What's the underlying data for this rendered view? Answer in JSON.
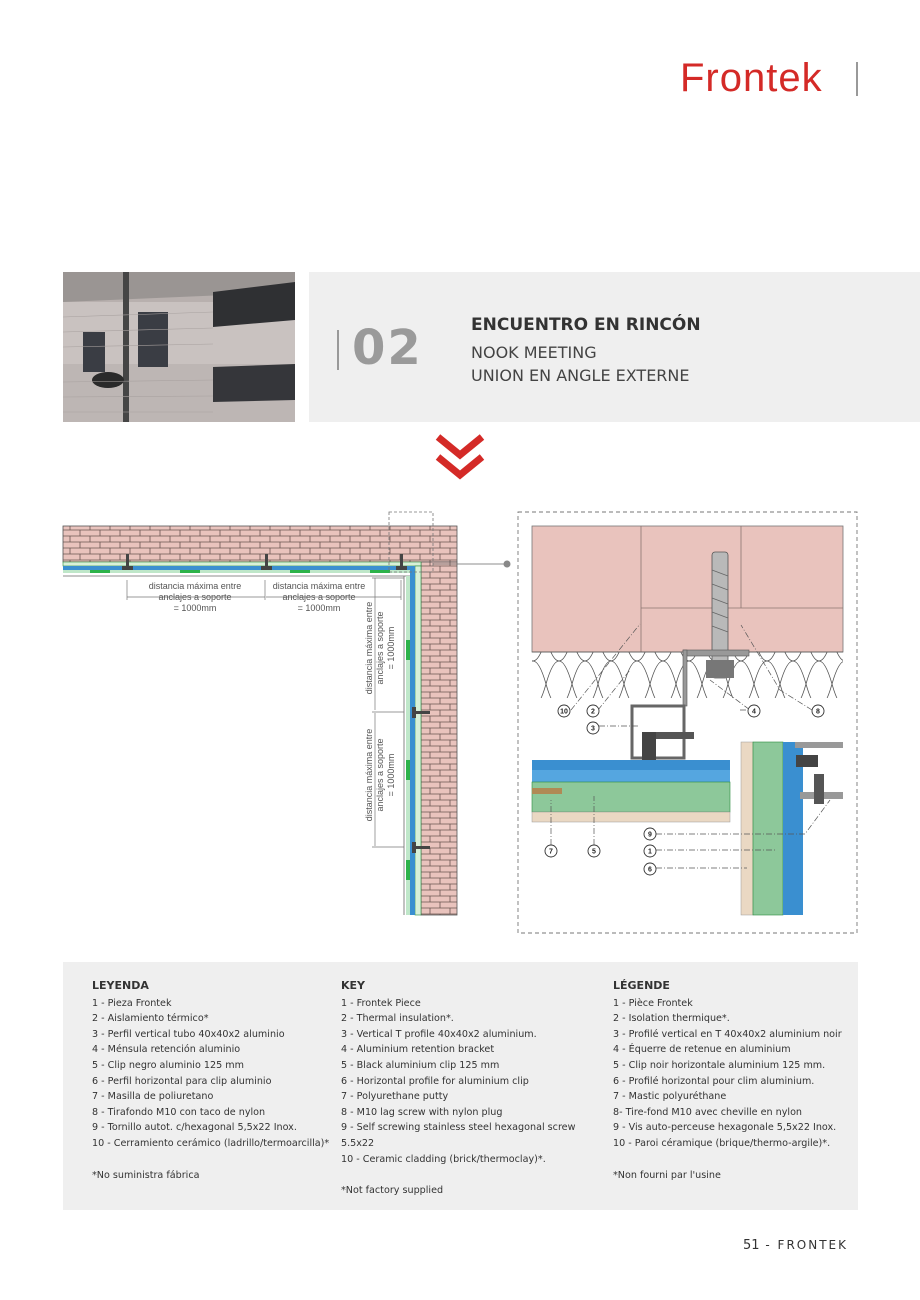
{
  "brand": {
    "logo": "Frontek",
    "color": "#d42a27"
  },
  "section": {
    "number": "02",
    "title_es": "ENCUENTRO EN RINCÓN",
    "title_en": "NOOK MEETING",
    "title_fr": "UNION EN ANGLE EXTERNE"
  },
  "drawing": {
    "dist_label_line1": "distancia máxima entre",
    "dist_label_line2": "anclajes a soporte",
    "dist_label_line3": "= 1000mm",
    "callouts": [
      "10",
      "2",
      "3",
      "4",
      "8",
      "9",
      "1",
      "6",
      "7",
      "5"
    ]
  },
  "legend": {
    "es": {
      "heading": "LEYENDA",
      "items": [
        "1 - Pieza Frontek",
        "2 - Aislamiento térmico*",
        "3 - Perfil vertical tubo 40x40x2 aluminio",
        "4 - Ménsula retención aluminio",
        "5 - Clip negro aluminio 125 mm",
        "6 - Perfil horizontal para clip aluminio",
        "7 - Masilla de poliuretano",
        "8 - Tirafondo M10 con taco de nylon",
        "9 - Tornillo autot. c/hexagonal 5,5x22 Inox.",
        "10 - Cerramiento cerámico (ladrillo/termoarcilla)*"
      ],
      "note": "*No suministra fábrica"
    },
    "en": {
      "heading": "KEY",
      "items": [
        "1 - Frontek Piece",
        "2 - Thermal insulation*.",
        "3 - Vertical T profile 40x40x2 aluminium.",
        "4 - Aluminium retention bracket",
        "5 - Black aluminium clip 125 mm",
        "6 - Horizontal profile for aluminium clip",
        "7 - Polyurethane putty",
        "8 - M10 lag screw with nylon plug",
        "9 - Self screwing stainless steel hexagonal screw 5.5x22",
        "10 - Ceramic cladding (brick/thermoclay)*."
      ],
      "note": "*Not factory supplied"
    },
    "fr": {
      "heading": "LÉGENDE",
      "items": [
        "1 - Pièce Frontek",
        "2 - Isolation thermique*.",
        "3 - Profilé vertical en T  40x40x2 aluminium noir",
        "4 - Équerre de retenue en aluminium",
        "5 - Clip noir horizontale aluminium 125 mm.",
        "6 - Profilé horizontal pour clim aluminium.",
        "7 - Mastic polyuréthane",
        "8- Tire-fond M10 avec cheville en nylon",
        "9 - Vis auto-perceuse hexagonale 5,5x22 Inox.",
        "10 - Paroi céramique (brique/thermo-argile)*."
      ],
      "note": "*Non fourni par l'usine"
    }
  },
  "footer": {
    "page": "51",
    "sep": " - ",
    "brand": "FRONTEK"
  }
}
